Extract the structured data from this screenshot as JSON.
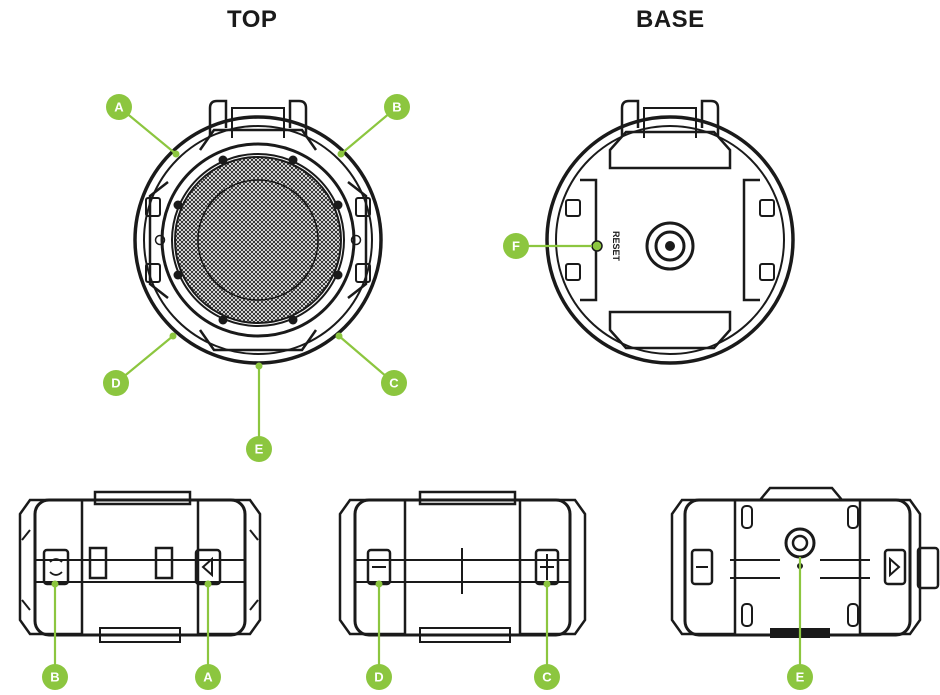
{
  "headings": {
    "top": "TOP",
    "base": "BASE"
  },
  "reset_text": "RESET",
  "callouts": {
    "top_a": "A",
    "top_b": "B",
    "top_c": "C",
    "top_d": "D",
    "top_e": "E",
    "base_f": "F",
    "side1_b": "B",
    "side1_a": "A",
    "side2_d": "D",
    "side2_c": "C",
    "side3_e": "E"
  },
  "colors": {
    "accent": "#8cc63f",
    "ink": "#1a1a1a",
    "background": "#ffffff"
  }
}
